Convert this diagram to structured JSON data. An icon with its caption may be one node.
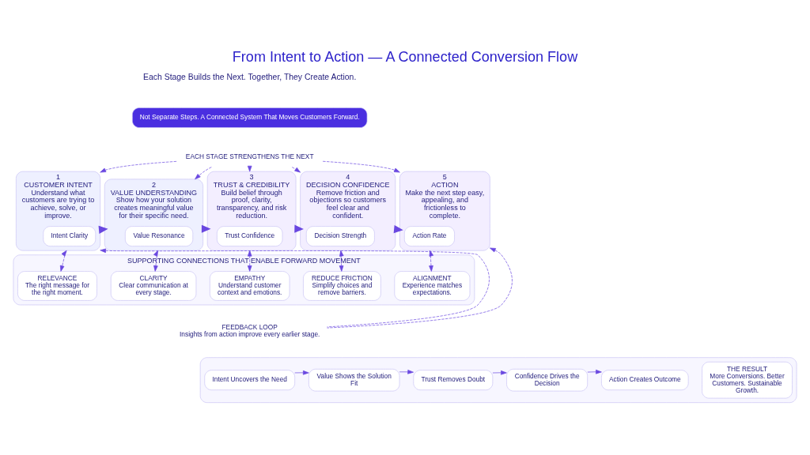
{
  "diagram": {
    "title": "From Intent to Action — A Connected Conversion Flow",
    "nodes": [
      {
        "text": [
          "1",
          "CUSTOMER INTENT",
          "Understand what customers are trying to achieve, solve, or improve."
        ]
      },
      {
        "text": [
          "Intent Clarity"
        ],
        "in": 0
      },
      {
        "text": [
          "2",
          "VALUE UNDERSTANDING",
          "Show how your solution creates meaningful value for their specific need."
        ]
      },
      {
        "text": [
          "Value Resonance"
        ],
        "in": 2
      },
      {
        "text": [
          "3",
          "TRUST & CREDIBILITY",
          "Build belief through proof, clarity, transparency, and risk reduction."
        ]
      },
      {
        "text": [
          "Trust Confidence"
        ],
        "in": 4
      },
      {
        "text": [
          "4",
          "DECISION CONFIDENCE",
          "Remove friction and objections so customers feel clear and confident."
        ]
      },
      {
        "text": [
          "Decision Strength"
        ],
        "in": 6
      },
      {
        "text": [
          "5",
          "ACTION",
          "Make the next step easy, appealing, and frictionless to complete."
        ]
      },
      {
        "text": [
          "Action Rate"
        ],
        "in": 8
      },
      {
        "text": [
          "SUPPORTING CONNECTIONS THAT ENABLE FORWARD MOVEMENT"
        ]
      },
      {
        "text": [
          "RELEVANCE",
          "The right message for the right moment."
        ],
        "in": 10
      },
      {
        "text": [
          "CLARITY",
          "Clear communication at every stage."
        ],
        "in": 10
      },
      {
        "text": [
          "EMPATHY",
          "Understand customer context and emotions."
        ],
        "in": 10
      },
      {
        "text": [
          "REDUCE FRICTION",
          "Simplify choices and remove barriers."
        ],
        "in": 10
      },
      {
        "text": [
          "ALIGNMENT",
          "Experience matches expectations."
        ],
        "in": 10
      },
      {
        "text": [
          "FEEDBACK LOOP",
          "Insights from action improve every earlier stage."
        ]
      },
      {
        "text": [
          "EACH STAGE STRENGTHENS THE NEXT"
        ]
      },
      {
        "text": [
          "Not Separate Steps. A Connected System That Moves Customers Forward."
        ]
      },
      {
        "text": [],
        "shape": "box"
      },
      {
        "text": [
          "Intent Uncovers the Need"
        ],
        "in": 19
      },
      {
        "text": [
          "Value Shows the Solution Fit"
        ],
        "in": 19
      },
      {
        "text": [
          "Trust Removes Doubt"
        ],
        "in": 19
      },
      {
        "text": [
          "Confidence Drives the Decision"
        ],
        "in": 19
      },
      {
        "text": [
          "Action Creates Outcome"
        ],
        "in": 19
      },
      {
        "text": [
          "THE RESULT",
          "More Conversions. Better Customers. Sustainable Growth."
        ],
        "in": 19
      }
    ],
    "edges": [
      {
        "from": 0,
        "to": 2,
        "arrow": "to",
        "style": "thick"
      },
      {
        "from": 2,
        "to": 4,
        "arrow": "to",
        "style": "thick"
      },
      {
        "from": 4,
        "to": 6,
        "arrow": "to",
        "style": "thick"
      },
      {
        "from": 6,
        "to": 8,
        "arrow": "to",
        "style": "thick"
      },
      {
        "from": 17,
        "to": 0,
        "arrow": "to",
        "style": "dashed"
      },
      {
        "from": 17,
        "to": 2,
        "arrow": "to",
        "style": "dashed"
      },
      {
        "from": 17,
        "to": 4,
        "arrow": "to",
        "style": "dashed"
      },
      {
        "from": 17,
        "to": 6,
        "arrow": "to",
        "style": "dashed"
      },
      {
        "from": 17,
        "to": 8,
        "arrow": "to",
        "style": "dashed"
      },
      {
        "from": 0,
        "to": 11,
        "arrow": "both",
        "style": "dashed"
      },
      {
        "from": 2,
        "to": 12,
        "arrow": "both",
        "style": "dashed"
      },
      {
        "from": 4,
        "to": 13,
        "arrow": "both",
        "style": "dashed"
      },
      {
        "from": 6,
        "to": 14,
        "arrow": "both",
        "style": "dashed"
      },
      {
        "from": 8,
        "to": 15,
        "arrow": "both",
        "style": "dashed"
      },
      {
        "from": 16,
        "to": 0,
        "arrow": "to",
        "style": "dashed"
      },
      {
        "from": 16,
        "to": 8,
        "arrow": "to",
        "style": "dashed"
      },
      {
        "from": 20,
        "to": 21,
        "arrow": "to"
      },
      {
        "from": 21,
        "to": 22,
        "arrow": "to"
      },
      {
        "from": 22,
        "to": 23,
        "arrow": "to"
      },
      {
        "from": 23,
        "to": 24,
        "arrow": "to"
      }
    ],
    "labels": [
      "Each Stage Builds the Next. Together, They Create Action."
    ]
  }
}
